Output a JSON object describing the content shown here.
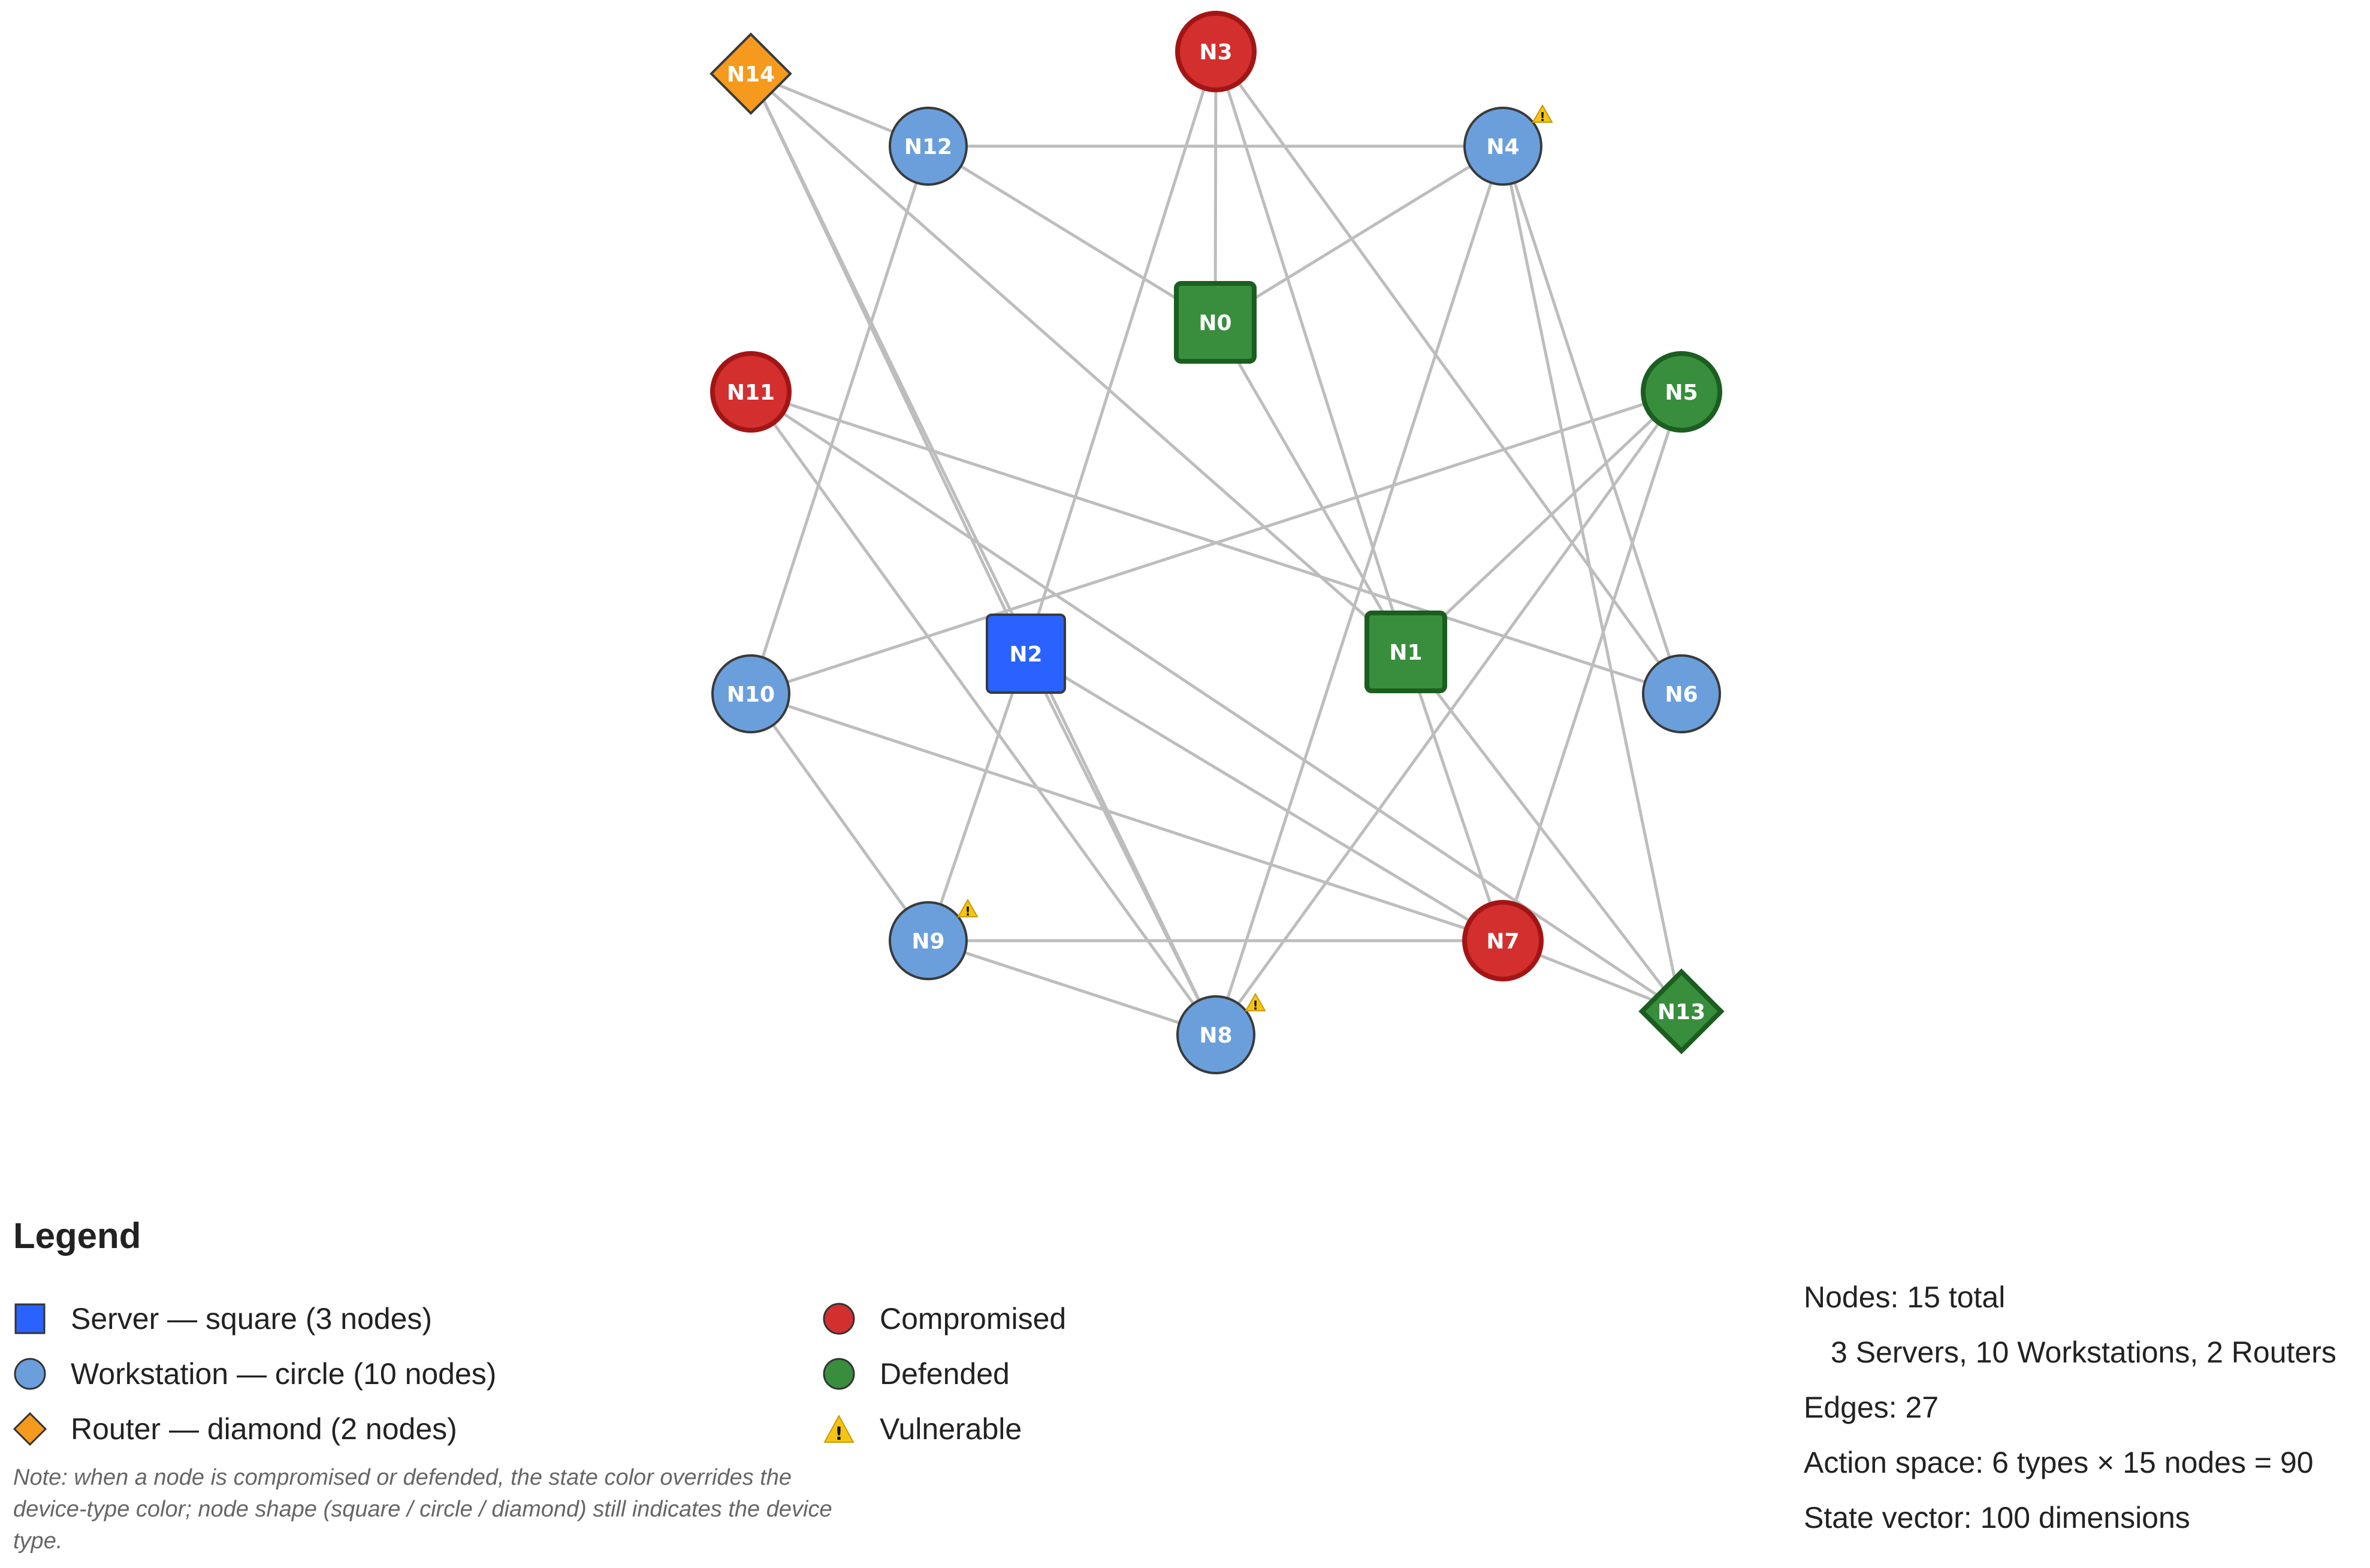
{
  "graph": {
    "nodes": [
      {
        "id": "N0",
        "type": "server",
        "state": "defended"
      },
      {
        "id": "N1",
        "type": "server",
        "state": "defended"
      },
      {
        "id": "N2",
        "type": "server",
        "state": "normal"
      },
      {
        "id": "N3",
        "type": "workstation",
        "state": "compromised"
      },
      {
        "id": "N4",
        "type": "workstation",
        "state": "normal",
        "vulnerable": true
      },
      {
        "id": "N5",
        "type": "workstation",
        "state": "defended"
      },
      {
        "id": "N6",
        "type": "workstation",
        "state": "normal"
      },
      {
        "id": "N7",
        "type": "workstation",
        "state": "compromised"
      },
      {
        "id": "N8",
        "type": "workstation",
        "state": "normal",
        "vulnerable": true
      },
      {
        "id": "N9",
        "type": "workstation",
        "state": "normal",
        "vulnerable": true
      },
      {
        "id": "N10",
        "type": "workstation",
        "state": "normal"
      },
      {
        "id": "N11",
        "type": "workstation",
        "state": "compromised"
      },
      {
        "id": "N12",
        "type": "workstation",
        "state": "normal"
      },
      {
        "id": "N13",
        "type": "router",
        "state": "defended"
      },
      {
        "id": "N14",
        "type": "router",
        "state": "normal"
      }
    ],
    "edges": [
      [
        "N14",
        "N12"
      ],
      [
        "N14",
        "N2"
      ],
      [
        "N14",
        "N1"
      ],
      [
        "N14",
        "N8"
      ],
      [
        "N12",
        "N4"
      ],
      [
        "N12",
        "N0"
      ],
      [
        "N12",
        "N10"
      ],
      [
        "N3",
        "N0"
      ],
      [
        "N3",
        "N2"
      ],
      [
        "N3",
        "N1"
      ],
      [
        "N3",
        "N6"
      ],
      [
        "N4",
        "N0"
      ],
      [
        "N4",
        "N8"
      ],
      [
        "N4",
        "N6"
      ],
      [
        "N4",
        "N13"
      ],
      [
        "N0",
        "N1"
      ],
      [
        "N11",
        "N6"
      ],
      [
        "N11",
        "N8"
      ],
      [
        "N11",
        "N13"
      ],
      [
        "N5",
        "N10"
      ],
      [
        "N5",
        "N1"
      ],
      [
        "N5",
        "N8"
      ],
      [
        "N5",
        "N7"
      ],
      [
        "N2",
        "N9"
      ],
      [
        "N2",
        "N8"
      ],
      [
        "N2",
        "N7"
      ],
      [
        "N1",
        "N7"
      ],
      [
        "N1",
        "N13"
      ],
      [
        "N10",
        "N9"
      ],
      [
        "N10",
        "N7"
      ],
      [
        "N9",
        "N7"
      ],
      [
        "N9",
        "N8"
      ],
      [
        "N7",
        "N13"
      ]
    ]
  },
  "colors": {
    "server": "#2962ff",
    "workstation": "#6a9fdc",
    "router": "#f59a1c",
    "compromised": "#d32f2f",
    "defended": "#388e3c",
    "vulnerable": "#f6c412",
    "edge": "#bdbdbd"
  },
  "legend": {
    "title": "Legend",
    "server": "Server  —  square (3 nodes)",
    "workstation": "Workstation  —  circle (10 nodes)",
    "router": "Router  —  diamond (2 nodes)",
    "compromised": "Compromised",
    "defended": "Defended",
    "vulnerable": "Vulnerable",
    "note": "Note: when a node is compromised or defended, the state color overrides the device-type color; node shape (square / circle / diamond) still indicates the device type."
  },
  "stats": {
    "nodes": "Nodes: 15 total",
    "breakdown": "3 Servers, 10 Workstations, 2 Routers",
    "edges": "Edges: 27",
    "action_space": "Action space: 6 types × 15 nodes = 90",
    "state_vector": "State vector: 100 dimensions"
  }
}
